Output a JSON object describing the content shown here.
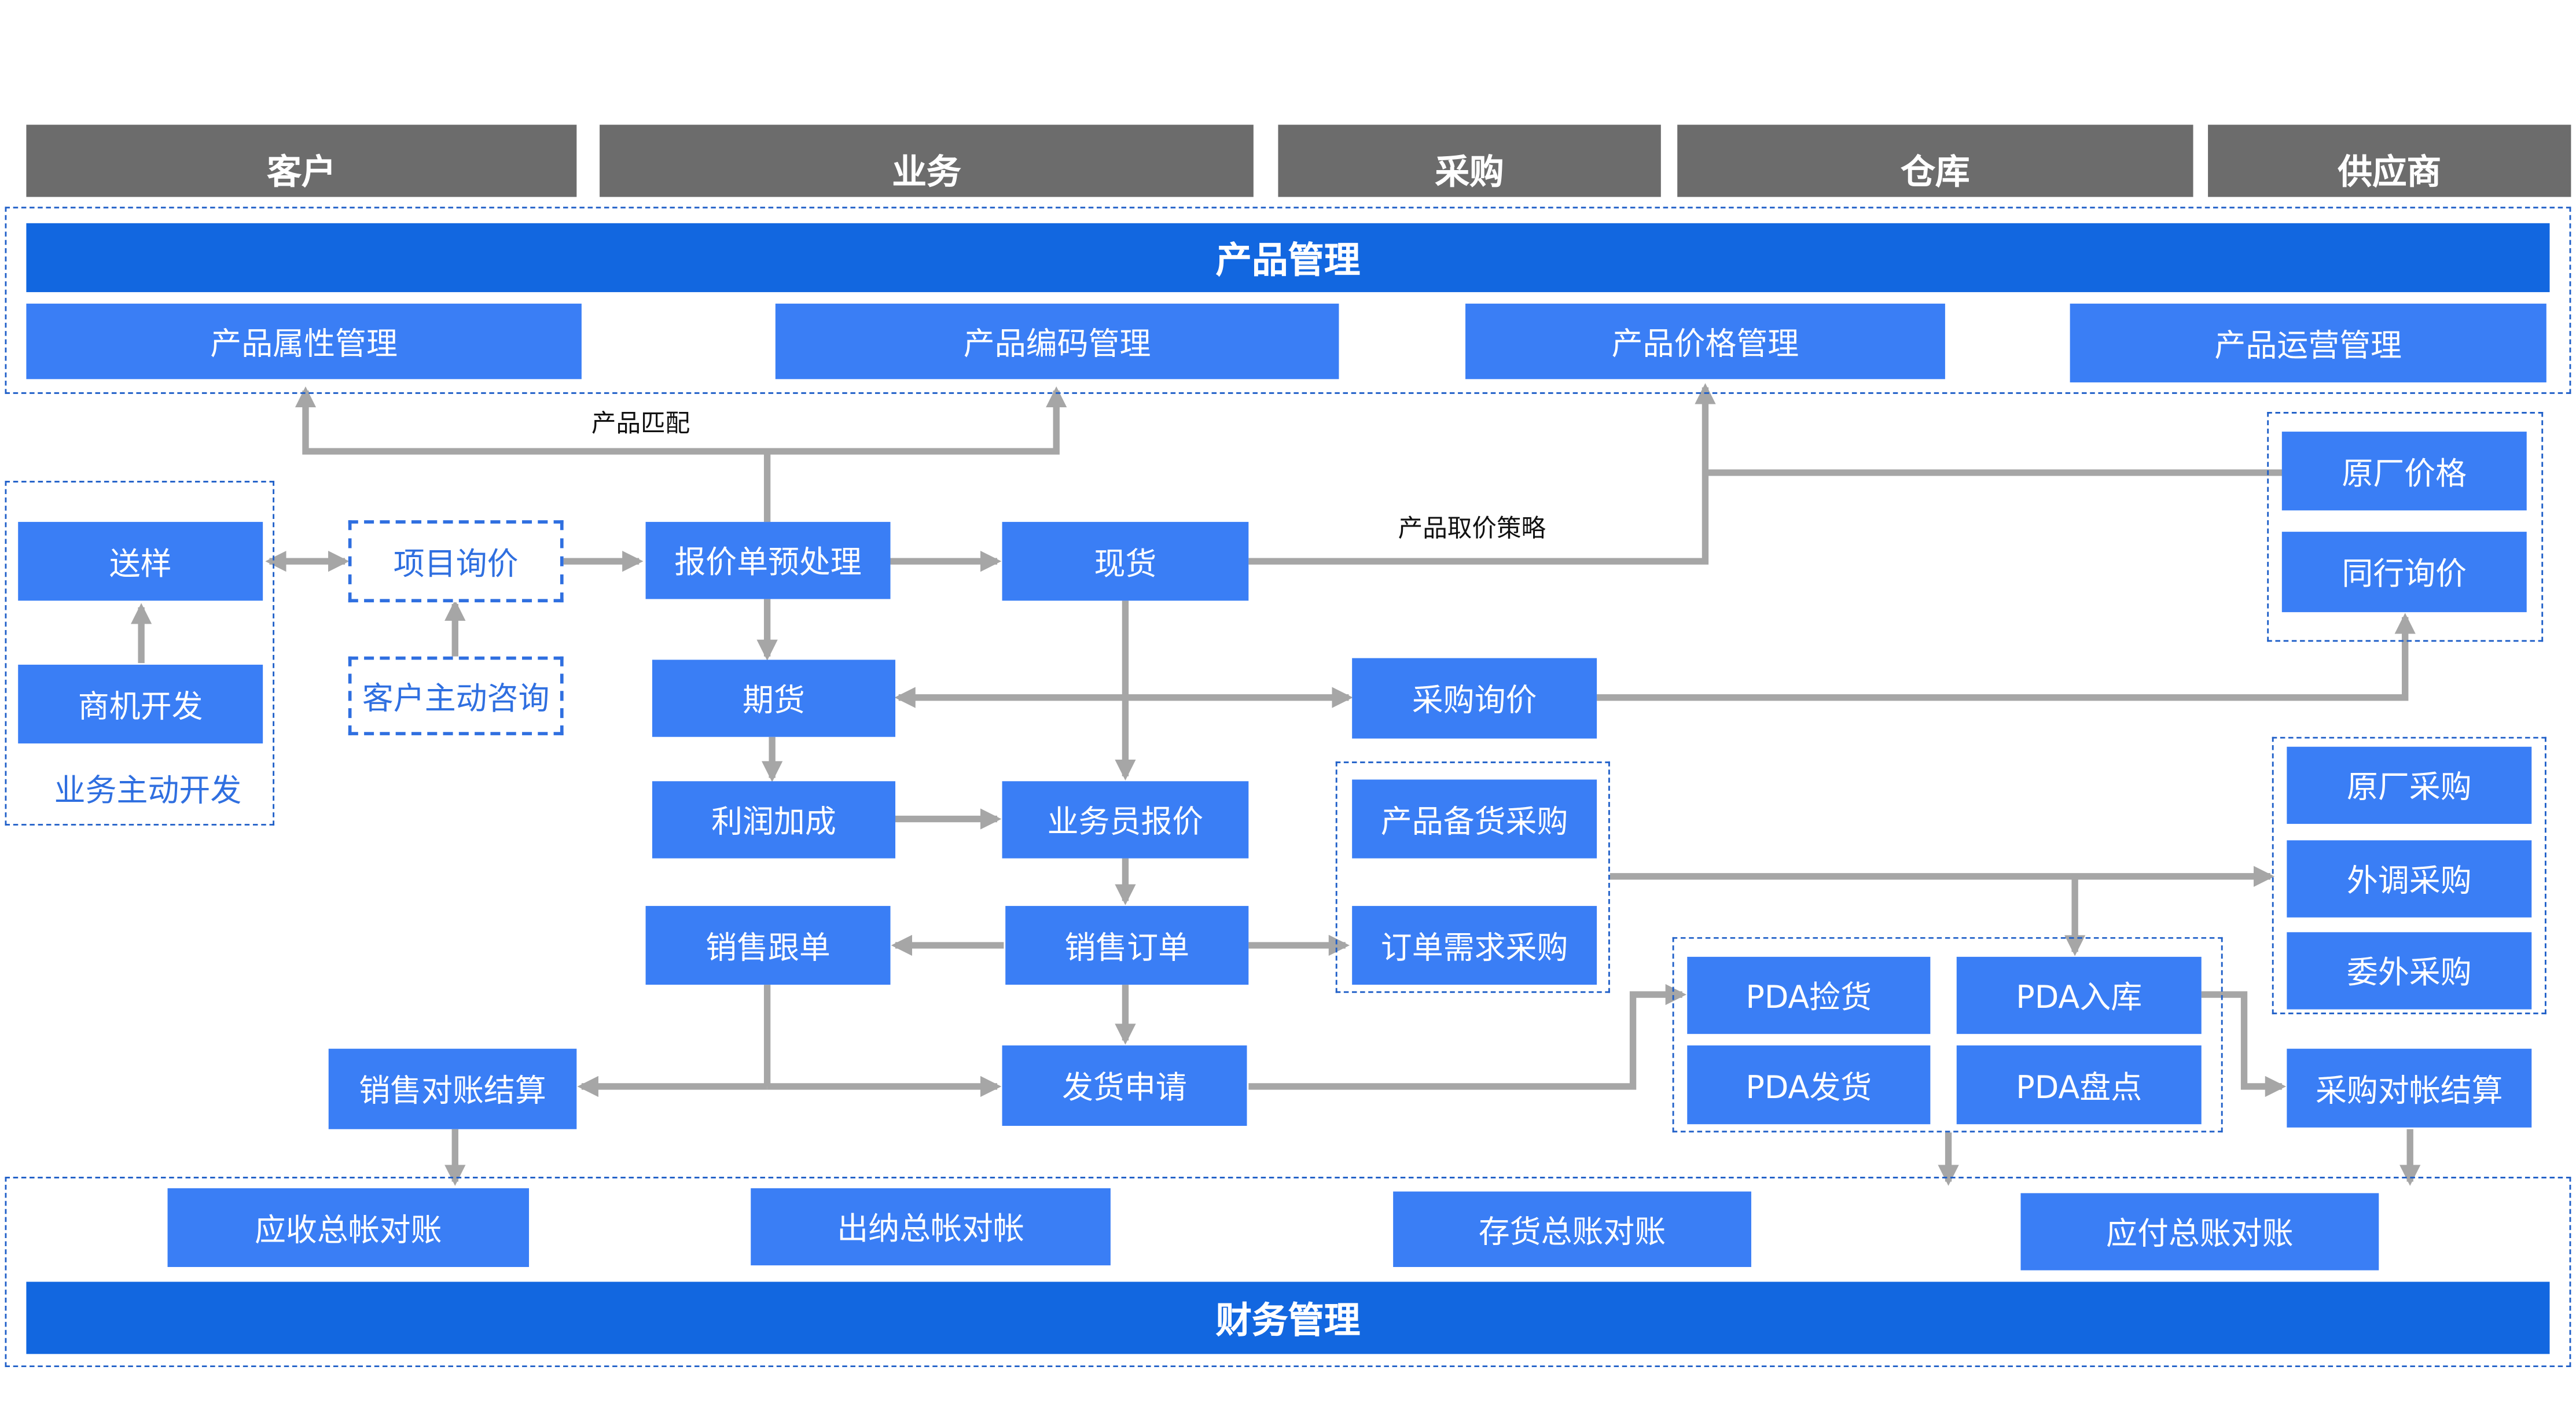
{
  "headers": {
    "customer": "客户",
    "business": "业务",
    "purchase": "采购",
    "warehouse": "仓库",
    "supplier": "供应商"
  },
  "product_management": {
    "title": "产品管理",
    "attributes": "产品属性管理",
    "coding": "产品编码管理",
    "pricing": "产品价格管理",
    "operations": "产品运营管理"
  },
  "flow": {
    "sample": "送样",
    "opportunity": "商机开发",
    "business_development": "业务主动开发",
    "project_inquiry": "项目询价",
    "customer_inquiry": "客户主动咨询",
    "quote_preprocess": "报价单预处理",
    "spot": "现货",
    "futures": "期货",
    "profit_markup": "利润加成",
    "sales_quote": "业务员报价",
    "sales_tracking": "销售跟单",
    "sales_order": "销售订单",
    "shipping_request": "发货申请",
    "sales_reconciliation": "销售对账结算",
    "purchase_inquiry": "采购询价",
    "stock_purchase": "产品备货采购",
    "order_purchase": "订单需求采购",
    "pda_picking": "PDA捡货",
    "pda_inbound": "PDA入库",
    "pda_shipping": "PDA发货",
    "pda_inventory": "PDA盘点",
    "factory_price": "原厂价格",
    "peer_inquiry": "同行询价",
    "factory_purchase": "原厂采购",
    "transfer_purchase": "外调采购",
    "outsourced_purchase": "委外采购",
    "purchase_reconciliation": "采购对帐结算"
  },
  "edge_labels": {
    "product_match": "产品匹配",
    "price_strategy": "产品取价策略"
  },
  "finance": {
    "title": "财务管理",
    "receivable": "应收总帐对账",
    "cashier": "出纳总帐对帐",
    "inventory": "存货总账对账",
    "payable": "应付总账对账"
  },
  "colors": {
    "header_gray": "#6c6c6c",
    "bar_blue": "#1267e0",
    "box_blue": "#3a7ef5",
    "arrow_gray": "#a6a6a6",
    "dashed_blue": "#1f5fc8"
  }
}
